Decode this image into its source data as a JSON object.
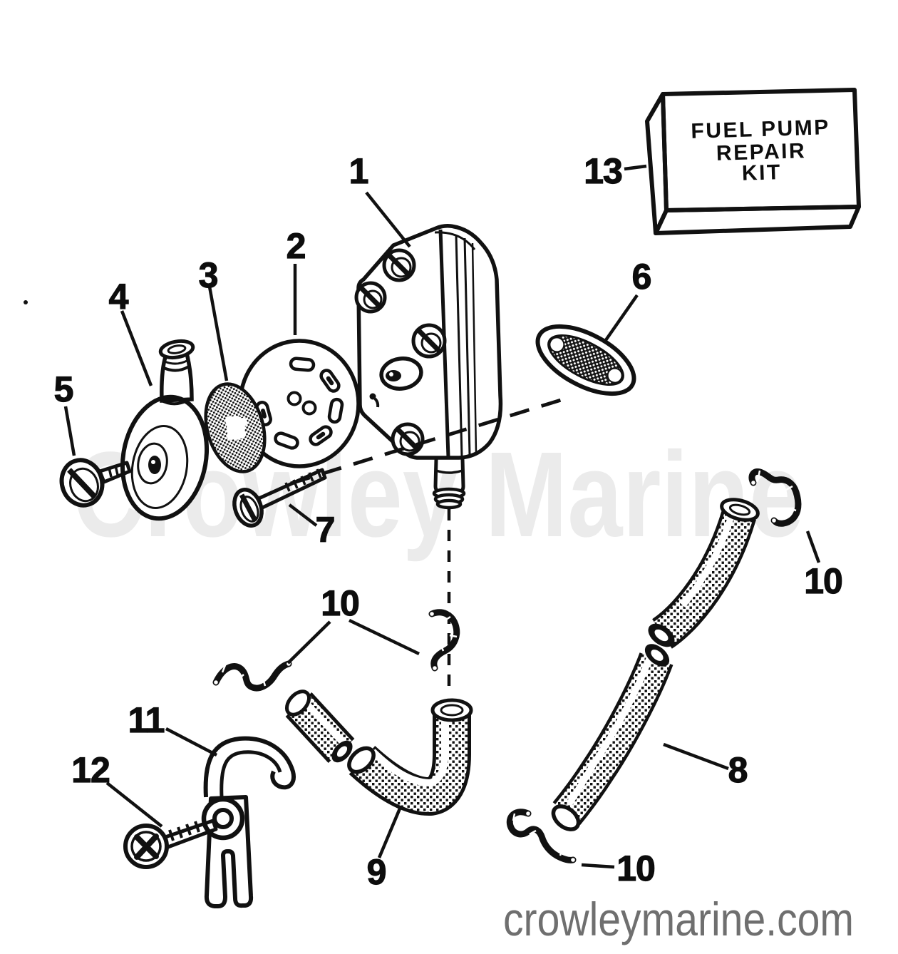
{
  "canvas": {
    "background": "#ffffff",
    "ink": "#111111"
  },
  "watermarks": {
    "center": "Crowley Marine",
    "center_color": "#ebebeb",
    "footer": "crowleymarine.com",
    "footer_color": "#6f6f6f"
  },
  "repair_kit_box": {
    "line1": "FUEL PUMP",
    "line2": "REPAIR",
    "line3": "KIT"
  },
  "callouts": {
    "n1": "1",
    "n2": "2",
    "n3": "3",
    "n4": "4",
    "n5": "5",
    "n6": "6",
    "n7": "7",
    "n8": "8",
    "n9": "9",
    "n10_left": "10",
    "n10_right": "10",
    "n10_bottom": "10",
    "n11": "11",
    "n12": "12",
    "n13": "13"
  }
}
